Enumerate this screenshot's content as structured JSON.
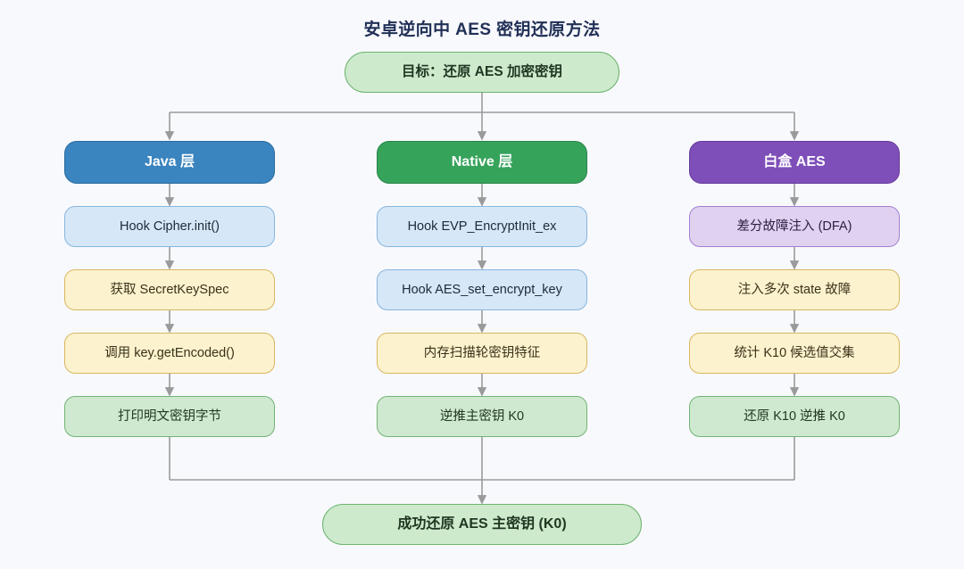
{
  "diagram": {
    "title": "安卓逆向中 AES 密钥还原方法",
    "background_color": "#f8f9fd",
    "connector_color": "#9a9a9a",
    "start_node": {
      "id": "goal",
      "label": "目标：还原 AES 加密密钥",
      "fill": "#cdeacd",
      "stroke": "#6db36d",
      "shape": "stadium"
    },
    "end_node": {
      "id": "success",
      "label": "成功还原 AES 主密钥 (K0)",
      "fill": "#cdeacd",
      "stroke": "#6db36d",
      "shape": "stadium"
    },
    "branches": [
      {
        "id": "java",
        "header": {
          "label": "Java 层",
          "fill": "#3a84bf",
          "stroke": "#2b6b9e",
          "text_color": "#ffffff"
        },
        "steps": [
          {
            "label": "Hook Cipher.init()",
            "style": "blue"
          },
          {
            "label": "获取 SecretKeySpec",
            "style": "yellow"
          },
          {
            "label": "调用 key.getEncoded()",
            "style": "yellow"
          },
          {
            "label": "打印明文密钥字节",
            "style": "green"
          }
        ]
      },
      {
        "id": "native",
        "header": {
          "label": "Native 层",
          "fill": "#36a35b",
          "stroke": "#2a854a",
          "text_color": "#ffffff"
        },
        "steps": [
          {
            "label": "Hook EVP_EncryptInit_ex",
            "style": "blue"
          },
          {
            "label": "Hook AES_set_encrypt_key",
            "style": "blue"
          },
          {
            "label": "内存扫描轮密钥特征",
            "style": "yellow"
          },
          {
            "label": "逆推主密钥 K0",
            "style": "green"
          }
        ]
      },
      {
        "id": "whitebox",
        "header": {
          "label": "白盒 AES",
          "fill": "#7e4fb8",
          "stroke": "#66399c",
          "text_color": "#ffffff"
        },
        "steps": [
          {
            "label": "差分故障注入 (DFA)",
            "style": "purple"
          },
          {
            "label": "注入多次 state 故障",
            "style": "yellow"
          },
          {
            "label": "统计 K10 候选值交集",
            "style": "yellow"
          },
          {
            "label": "还原 K10 逆推 K0",
            "style": "green"
          }
        ]
      }
    ]
  }
}
